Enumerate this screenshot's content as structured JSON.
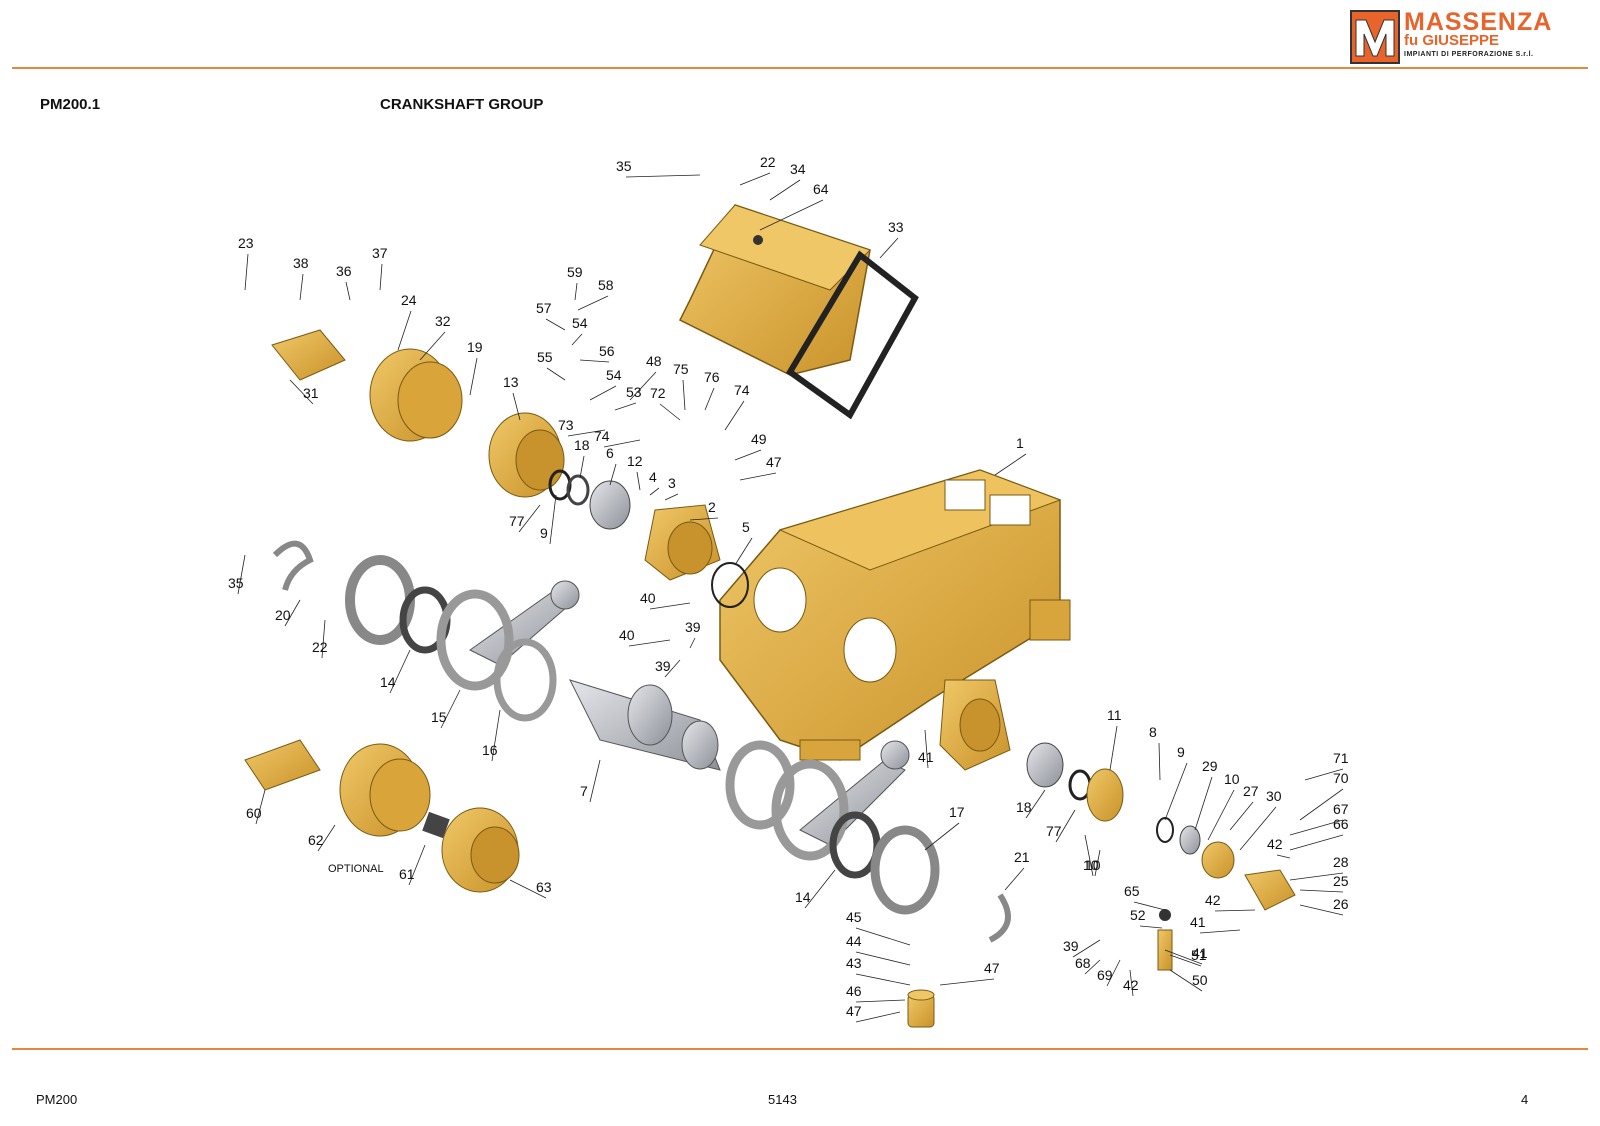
{
  "header": {
    "code": "PM200.1",
    "title": "CRANKSHAFT GROUP",
    "logo": {
      "name": "MASSENZA",
      "subname": "fu GIUSEPPE",
      "tagline": "IMPIANTI DI PERFORAZIONE S.r.l."
    }
  },
  "footer": {
    "model": "PM200",
    "document_number": "5143",
    "page": "4"
  },
  "diagram": {
    "optional_label": "OPTIONAL",
    "colors": {
      "part_fill": "#e2b247",
      "part_stroke": "#7a5a12",
      "steel": "#b9bcc2",
      "accent": "#e28a3a"
    },
    "callouts": [
      "1",
      "2",
      "3",
      "4",
      "5",
      "6",
      "7",
      "8",
      "9",
      "9",
      "10",
      "10",
      "10",
      "11",
      "12",
      "13",
      "14",
      "14",
      "15",
      "16",
      "17",
      "18",
      "18",
      "19",
      "20",
      "21",
      "22",
      "22",
      "23",
      "24",
      "25",
      "26",
      "27",
      "28",
      "29",
      "30",
      "31",
      "32",
      "33",
      "34",
      "35",
      "35",
      "36",
      "37",
      "38",
      "39",
      "39",
      "39",
      "40",
      "40",
      "41",
      "41",
      "41",
      "42",
      "42",
      "42",
      "43",
      "44",
      "45",
      "46",
      "47",
      "47",
      "47",
      "48",
      "49",
      "50",
      "51",
      "52",
      "53",
      "54",
      "54",
      "55",
      "56",
      "57",
      "58",
      "59",
      "60",
      "61",
      "62",
      "63",
      "64",
      "65",
      "66",
      "67",
      "68",
      "69",
      "70",
      "71",
      "72",
      "73",
      "74",
      "74",
      "75",
      "76",
      "77",
      "77"
    ]
  }
}
